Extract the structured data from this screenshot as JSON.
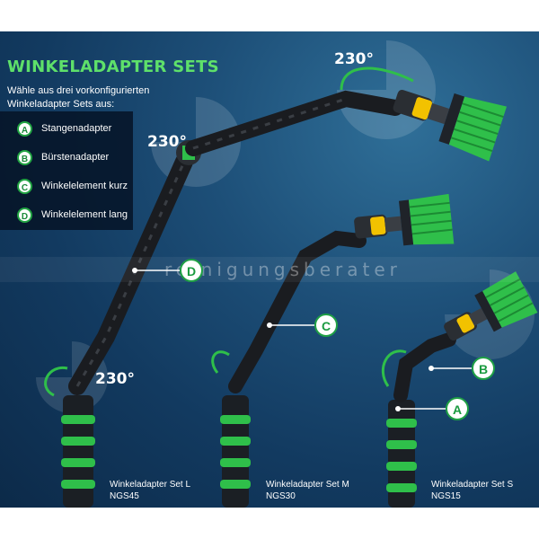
{
  "title": "WINKELADAPTER SETS",
  "intro": "Wähle aus drei vorkonfigurierten Winkeladapter Sets aus:",
  "legend": [
    {
      "letter": "A",
      "label": "Stangenadapter"
    },
    {
      "letter": "B",
      "label": "Bürstenadapter"
    },
    {
      "letter": "C",
      "label": "Winkelelement kurz"
    },
    {
      "letter": "D",
      "label": "Winkelelement lang"
    }
  ],
  "angle_label": "230°",
  "callouts": {
    "a": "A",
    "b": "B",
    "c": "C",
    "d": "D"
  },
  "sets": [
    {
      "name": "Winkeladapter Set L",
      "code": "NGS45"
    },
    {
      "name": "Winkeladapter Set M",
      "code": "NGS30"
    },
    {
      "name": "Winkeladapter Set S",
      "code": "NGS15"
    }
  ],
  "watermark": "reinigungsberater",
  "colors": {
    "accent_green": "#2fbf4a",
    "background_blue": "#1d4f78",
    "brush_yellow": "#f2c200"
  }
}
